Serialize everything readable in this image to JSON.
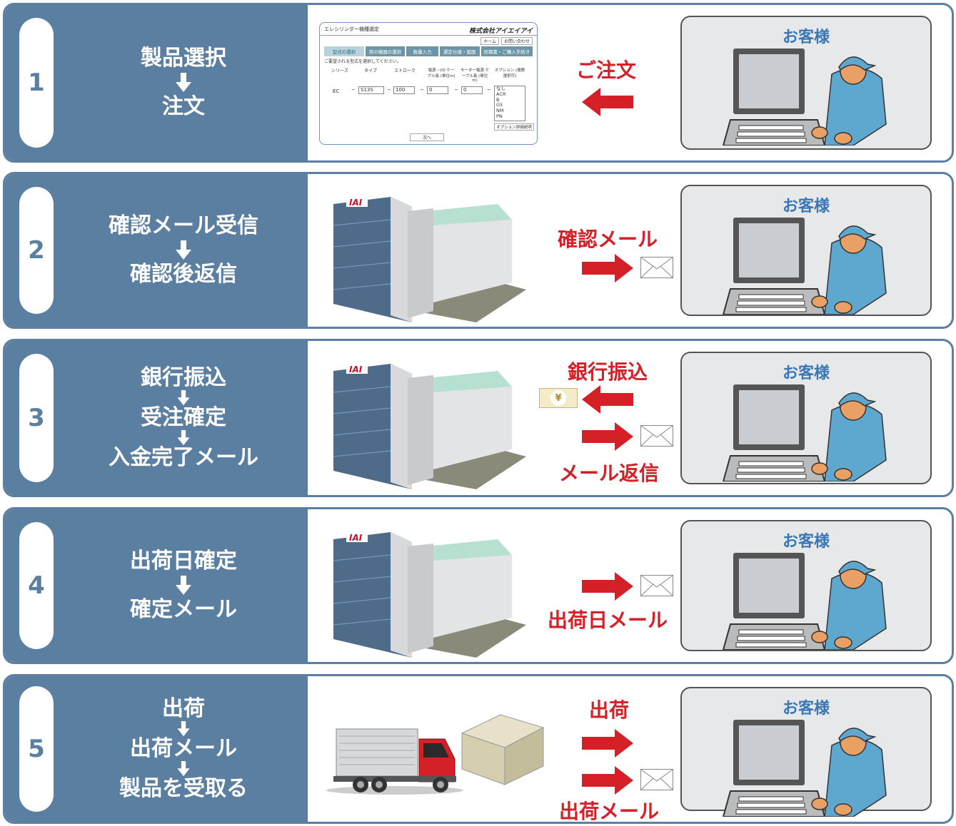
{
  "colors": {
    "panel": "#5a7fa0",
    "accent_red": "#d42026",
    "customer_title": "#3a77b7"
  },
  "customer_label": "お客様",
  "steps": [
    {
      "number": "1",
      "labels": [
        "製品選択",
        "注文"
      ],
      "actions": [
        "ご注文"
      ]
    },
    {
      "number": "2",
      "labels": [
        "確認メール受信",
        "確認後返信"
      ],
      "actions": [
        "確認メール"
      ]
    },
    {
      "number": "3",
      "labels": [
        "銀行振込",
        "受注確定",
        "入金完了メール"
      ],
      "actions": [
        "銀行振込",
        "メール返信"
      ]
    },
    {
      "number": "4",
      "labels": [
        "出荷日確定",
        "確定メール"
      ],
      "actions": [
        "出荷日メール"
      ]
    },
    {
      "number": "5",
      "labels": [
        "出荷",
        "出荷メール",
        "製品を受取る"
      ],
      "actions": [
        "出荷",
        "出荷メール"
      ]
    }
  ],
  "yen_note": "¥",
  "building_logo": "IAI",
  "screen": {
    "title": "エレシリンダー機種選定",
    "company": "株式会社アイエイアイ",
    "home": "ホーム",
    "help": "お問い合わせ",
    "tabs": [
      "型式の選択",
      "用の機器の選択",
      "数量入力",
      "選定仕様・図面",
      "見積書・ご購入手続き"
    ],
    "instruction": "ご要望される型式を選択してください。",
    "col_headers": [
      "シリーズ",
      "タイプ",
      "ストローク",
      "電源・I/O ケーブル長 (単位m)",
      "モーター電源 ケーブル長 (単位m)",
      "オプション (複数選択可)"
    ],
    "series": "EC",
    "type": "S13S",
    "stroke": "100",
    "power_cable": "0",
    "motor_cable": "0",
    "options": [
      "なし",
      "ACR",
      "B",
      "G5",
      "NM",
      "PN"
    ],
    "option_detail": "オプション詳細説明",
    "next": "次へ"
  }
}
